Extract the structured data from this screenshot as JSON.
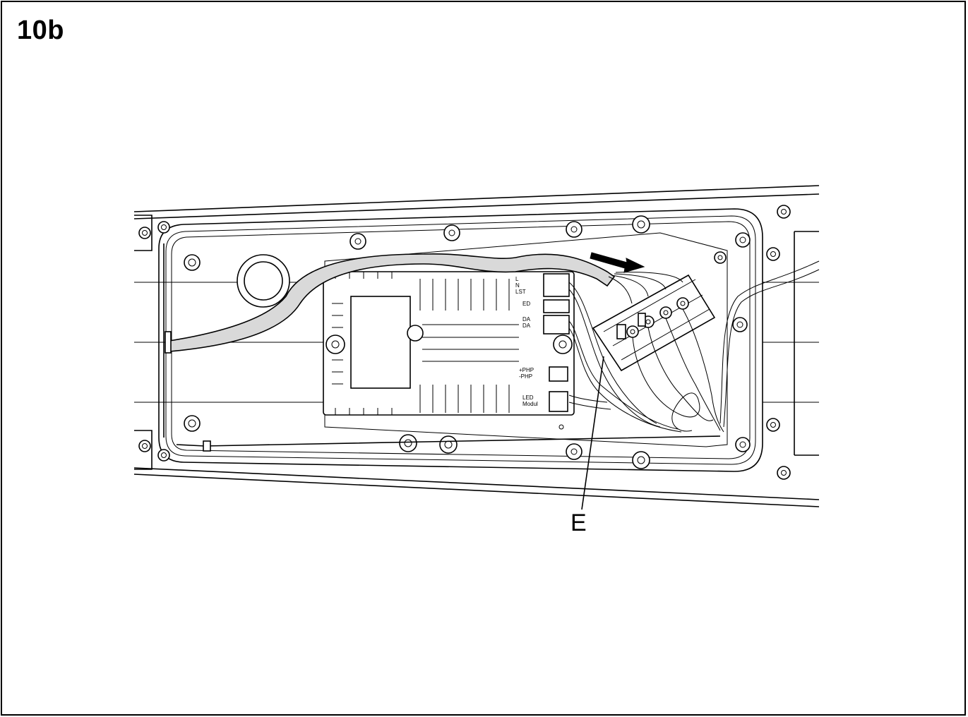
{
  "figure": {
    "label": "10b",
    "callouts": [
      {
        "id": "E",
        "text": "E"
      }
    ],
    "board_markings": [
      "L",
      "N",
      "LST",
      "ED",
      "DA",
      "DA",
      "+PHP",
      "-PHP",
      "LED",
      "Modul"
    ]
  },
  "colors": {
    "line": "#000000",
    "cable_fill": "#d9d9d9",
    "background": "#ffffff"
  }
}
